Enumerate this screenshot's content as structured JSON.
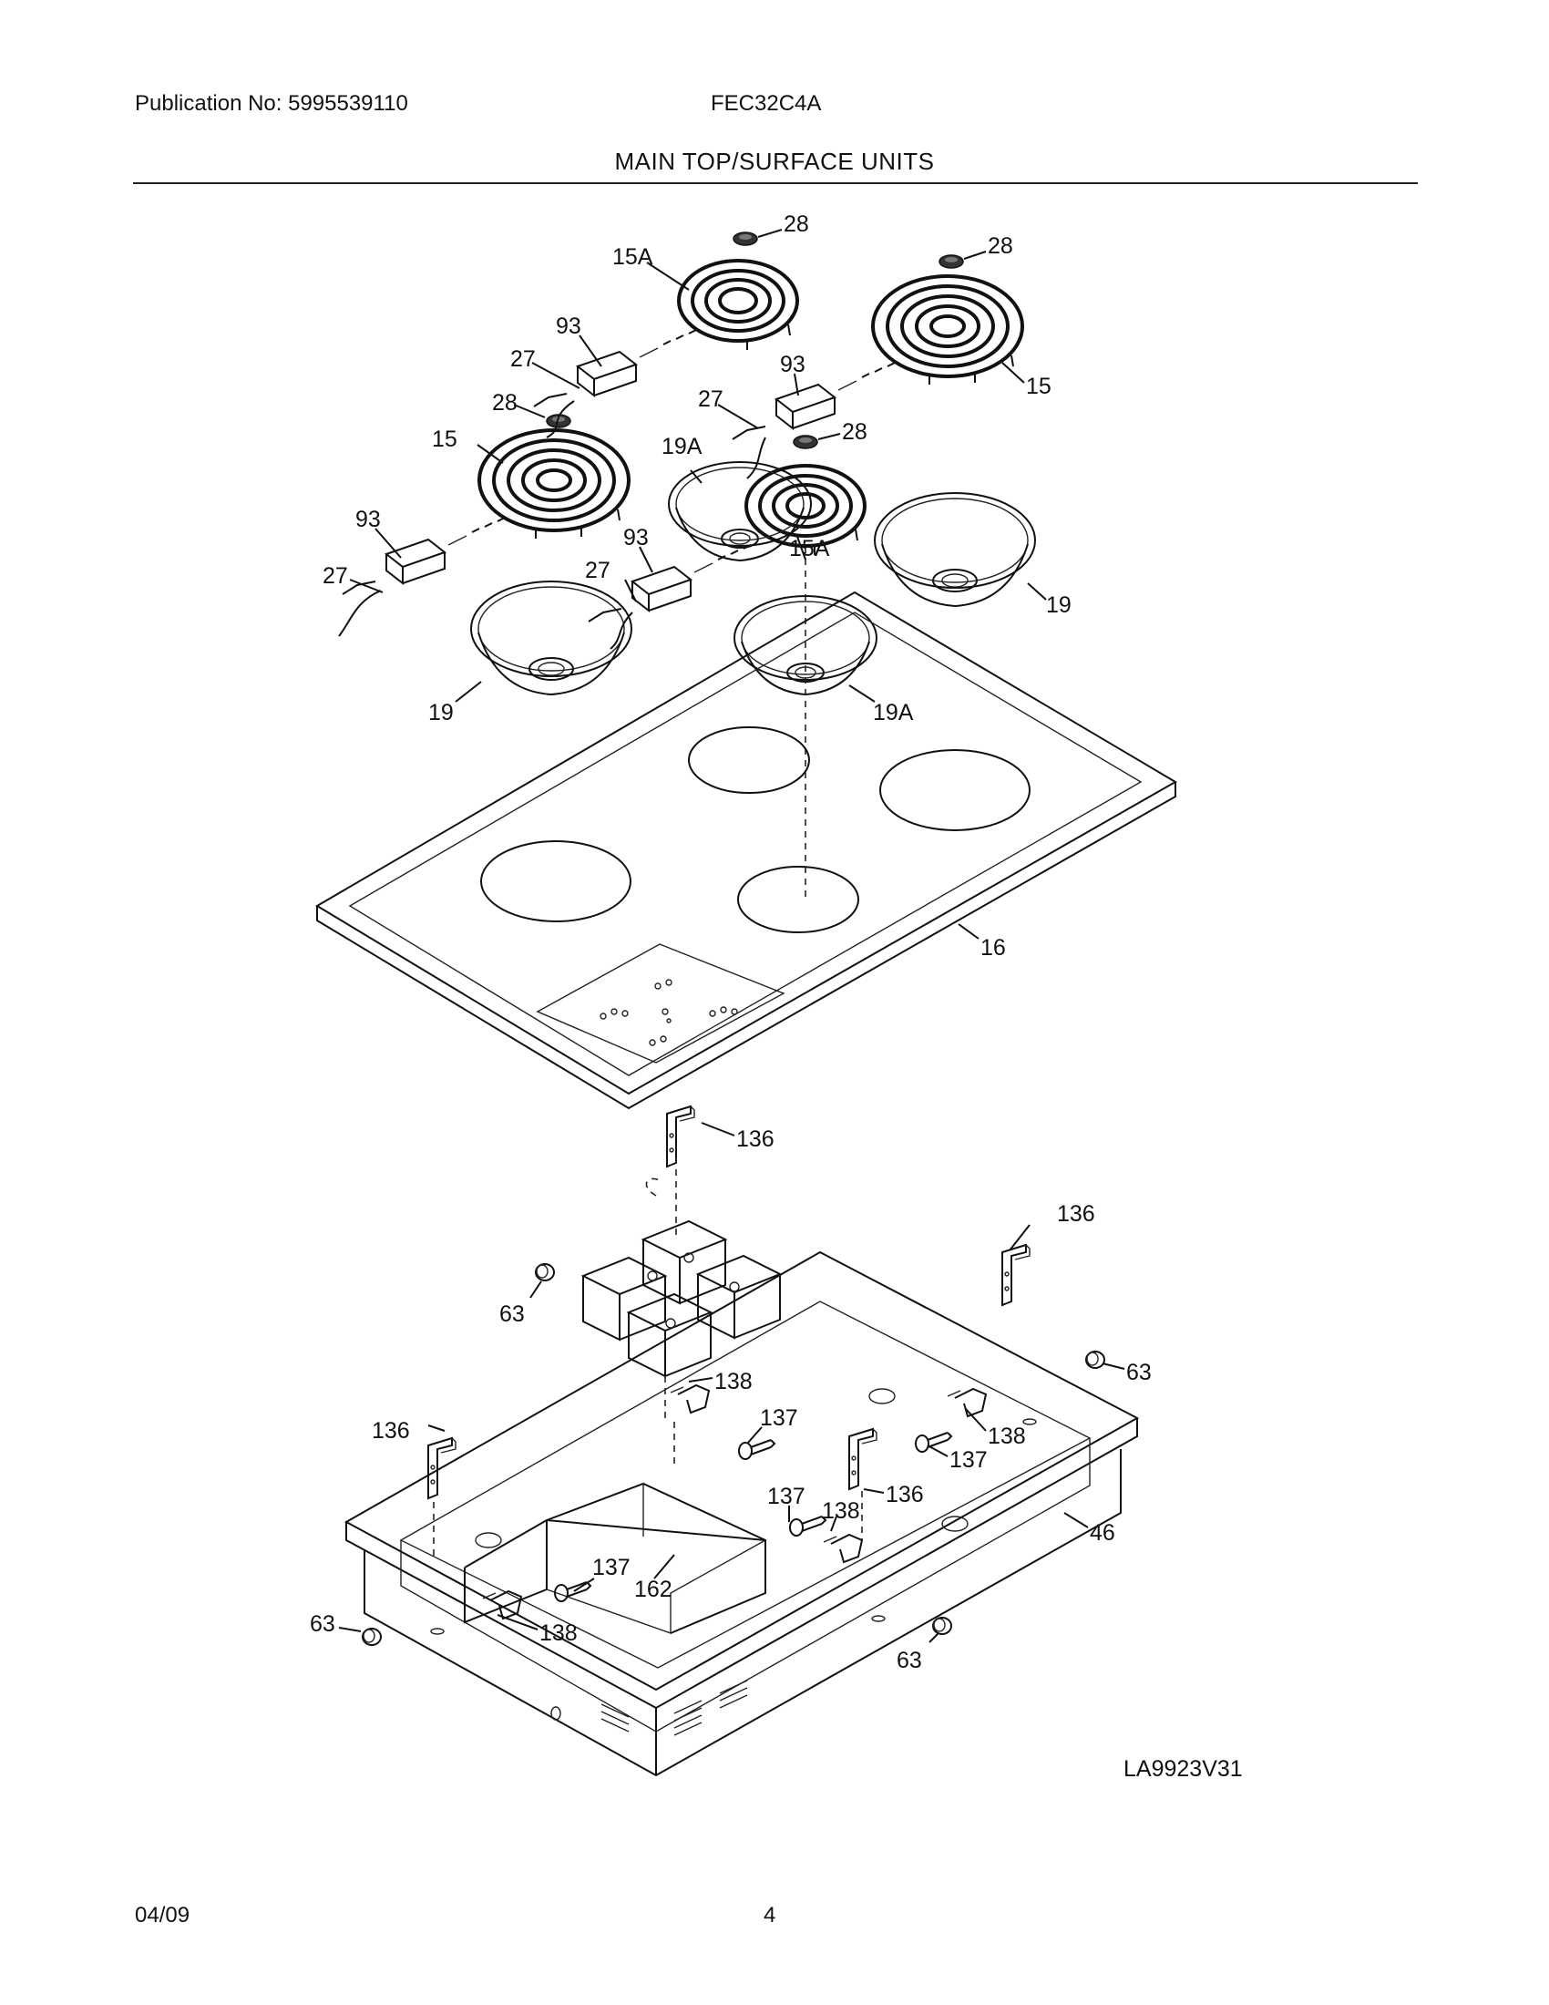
{
  "header": {
    "publication": "Publication No: 5995539110",
    "model": "FEC32C4A",
    "title": "MAIN TOP/SURFACE UNITS"
  },
  "callouts": {
    "c28a": "28",
    "c28b": "28",
    "c28c": "28",
    "c28d": "28",
    "c15Aa": "15A",
    "c15Ab": "15A",
    "c15a": "15",
    "c15b": "15",
    "c93a": "93",
    "c93b": "93",
    "c93c": "93",
    "c93d": "93",
    "c27a": "27",
    "c27b": "27",
    "c27c": "27",
    "c27d": "27",
    "c19Aa": "19A",
    "c19Ab": "19A",
    "c19a": "19",
    "c19b": "19",
    "c16": "16",
    "c136a": "136",
    "c136b": "136",
    "c136c": "136",
    "c136d": "136",
    "c63a": "63",
    "c63b": "63",
    "c63c": "63",
    "c63d": "63",
    "c138a": "138",
    "c138b": "138",
    "c138c": "138",
    "c138d": "138",
    "c137a": "137",
    "c137b": "137",
    "c137c": "137",
    "c137d": "137",
    "c46": "46",
    "c162": "162"
  },
  "footer": {
    "diagram_code": "LA9923V31",
    "date": "04/09",
    "page": "4"
  }
}
